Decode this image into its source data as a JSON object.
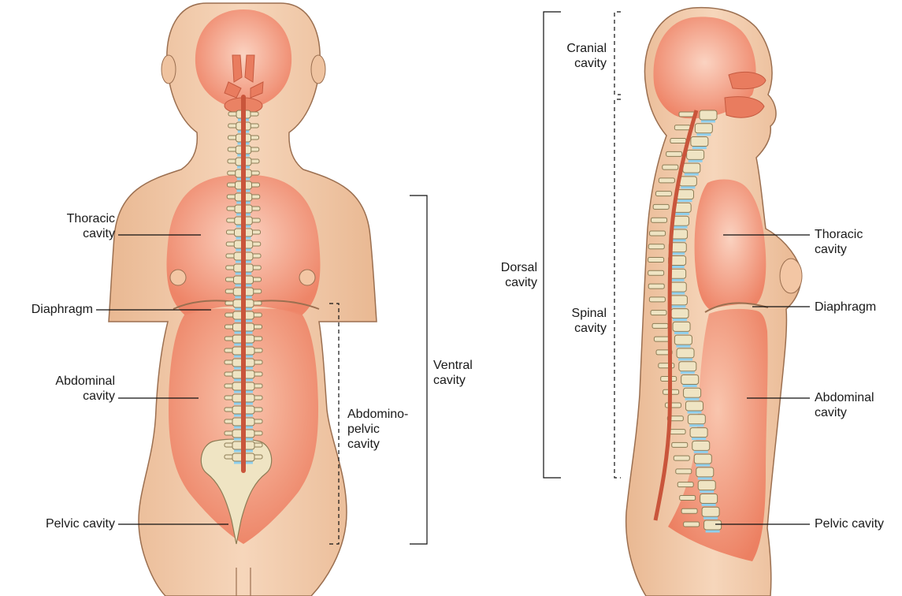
{
  "front_view": {
    "labels": {
      "thoracic": [
        "Thoracic",
        "cavity"
      ],
      "diaphragm": [
        "Diaphragm"
      ],
      "abdominal": [
        "Abdominal",
        "cavity"
      ],
      "pelvic": [
        "Pelvic cavity"
      ],
      "abdominopelvic": [
        "Abdomino-",
        "pelvic",
        "cavity"
      ],
      "ventral": [
        "Ventral",
        "cavity"
      ]
    }
  },
  "side_view": {
    "labels": {
      "cranial": [
        "Cranial",
        "cavity"
      ],
      "dorsal": [
        "Dorsal",
        "cavity"
      ],
      "spinal": [
        "Spinal",
        "cavity"
      ],
      "thoracic": [
        "Thoracic",
        "cavity"
      ],
      "diaphragm": [
        "Diaphragm"
      ],
      "abdominal": [
        "Abdominal",
        "cavity"
      ],
      "pelvic": [
        "Pelvic cavity"
      ]
    }
  },
  "colors": {
    "skin": "#f2c9a6",
    "skin_outline": "#9b6f50",
    "cavity": "#f08a6c",
    "cavity_light": "#f6b59b",
    "bone": "#efe4c3",
    "bone_outline": "#8c7c55",
    "disc": "#8fd0ee",
    "cord": "#c9553b"
  }
}
